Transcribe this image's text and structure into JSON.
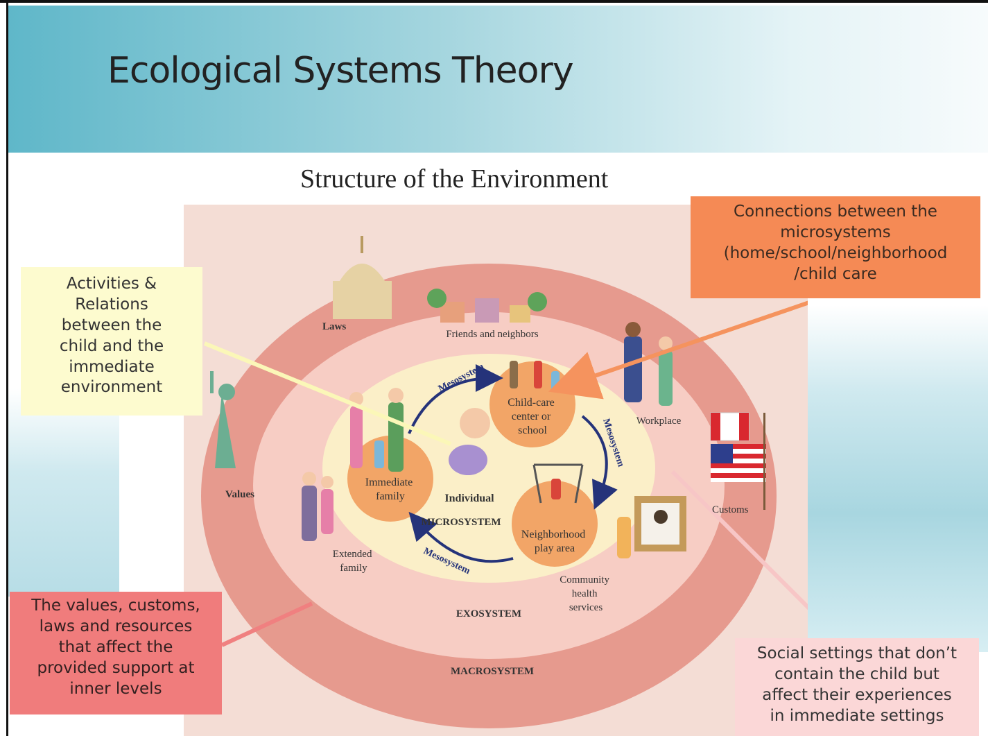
{
  "title": "Ecological Systems Theory",
  "subtitle": "Structure of the Environment",
  "diagram": {
    "systems": {
      "macro": "MACROSYSTEM",
      "exo": "EXOSYSTEM",
      "micro": "MICROSYSTEM",
      "meso": "Mesosystem"
    },
    "center": "Individual",
    "micro_settings": {
      "childcare": [
        "Child-care",
        "center or",
        "school"
      ],
      "family": [
        "Immediate",
        "family"
      ],
      "play": [
        "Neighborhood",
        "play area"
      ]
    },
    "exo_labels": {
      "friends": "Friends and neighbors",
      "workplace": "Workplace",
      "extended": [
        "Extended",
        "family"
      ],
      "community": [
        "Community",
        "health",
        "services"
      ]
    },
    "macro_labels": {
      "laws": "Laws",
      "values": "Values",
      "customs": "Customs"
    }
  },
  "callouts": {
    "top_left": [
      "Activities &",
      "Relations",
      "between the",
      "child and the",
      "immediate",
      "environment"
    ],
    "top_right": [
      "Connections between the",
      "microsystems",
      "(home/school/neighborhood",
      "/child care"
    ],
    "bottom_left": [
      "The values, customs,",
      "laws and resources",
      "that affect the",
      "provided support at",
      "inner levels"
    ],
    "bottom_right": [
      "Social settings that don’t",
      "contain the child but",
      "affect their experiences",
      "in immediate settings"
    ]
  },
  "colors": {
    "macro": "#e9a195",
    "exo": "#f6c8c0",
    "micro": "#fbf1c9",
    "setting": "#f2a668",
    "arrow": "#25337a"
  }
}
